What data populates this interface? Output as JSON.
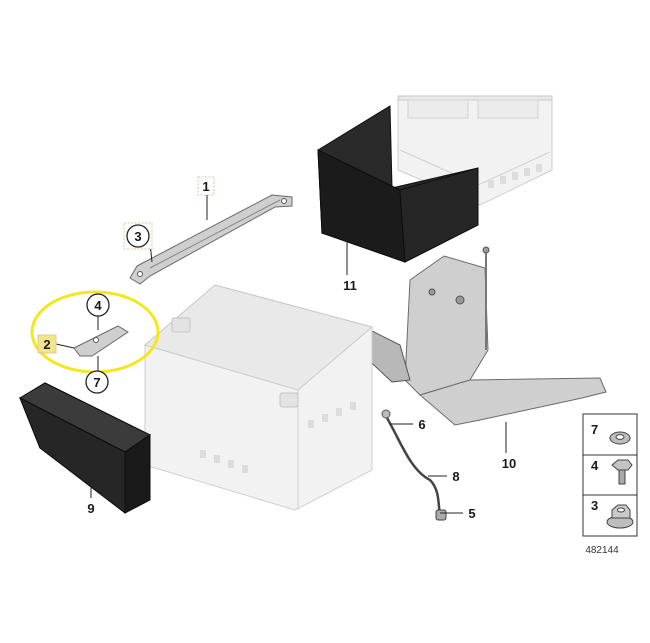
{
  "parts": {
    "p1": "1",
    "p2": "2",
    "p3": "3",
    "p4": "4",
    "p5": "5",
    "p6": "6",
    "p7": "7",
    "p8": "8",
    "p9": "9",
    "p10": "10",
    "p11": "11"
  },
  "legend": {
    "items": [
      "7",
      "4",
      "3"
    ]
  },
  "reference_number": "482144",
  "colors": {
    "highlight_ring": "#f2e81c",
    "selected_tag": "#f3e58a"
  }
}
